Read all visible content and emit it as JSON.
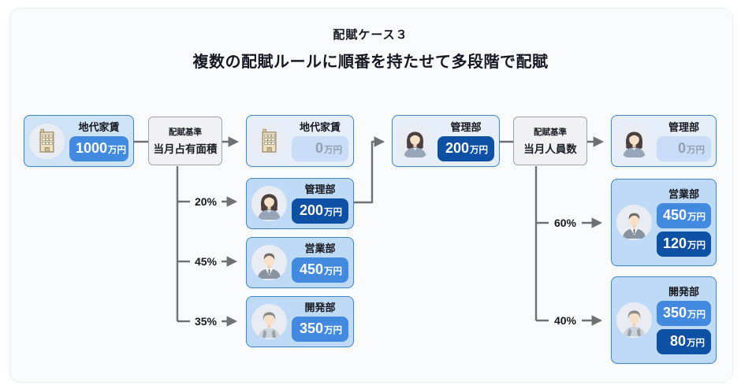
{
  "header": {
    "title": "配賦ケース３",
    "subtitle": "複数の配賦ルールに順番を持たせて多段階で配賦"
  },
  "stage1": {
    "source": {
      "title": "地代家賃",
      "value": "1000",
      "unit": "万円"
    },
    "criteria": {
      "label": "配賦基準",
      "basis": "当月占有面積"
    },
    "after_source": {
      "title": "地代家賃",
      "value": "0",
      "unit": "万円"
    },
    "alloc": [
      {
        "dept": "管理部",
        "percent": "20%",
        "value": "200",
        "unit": "万円"
      },
      {
        "dept": "営業部",
        "percent": "45%",
        "value": "450",
        "unit": "万円"
      },
      {
        "dept": "開発部",
        "percent": "35%",
        "value": "350",
        "unit": "万円"
      }
    ]
  },
  "stage2": {
    "source": {
      "title": "管理部",
      "value": "200",
      "unit": "万円"
    },
    "criteria": {
      "label": "配賦基準",
      "basis": "当月人員数"
    },
    "after_source": {
      "title": "管理部",
      "value": "0",
      "unit": "万円"
    },
    "alloc": [
      {
        "dept": "営業部",
        "percent": "60%",
        "prev_value": "450",
        "added_value": "120",
        "unit": "万円"
      },
      {
        "dept": "開発部",
        "percent": "40%",
        "prev_value": "350",
        "added_value": "80",
        "unit": "万円"
      }
    ]
  },
  "colors": {
    "box_source": "#cfe3f7",
    "box_allocated": "#bedaf7",
    "box_after": "#e6eef9",
    "box_border": "#3b87cf",
    "pill_medium": "#4289e0",
    "pill_dark": "#0d50a4",
    "pill_light": "#c9dcf8",
    "criteria_bg": "#f1f1f3",
    "criteria_border": "#a2a2a7",
    "connector": "#6f6f74"
  }
}
